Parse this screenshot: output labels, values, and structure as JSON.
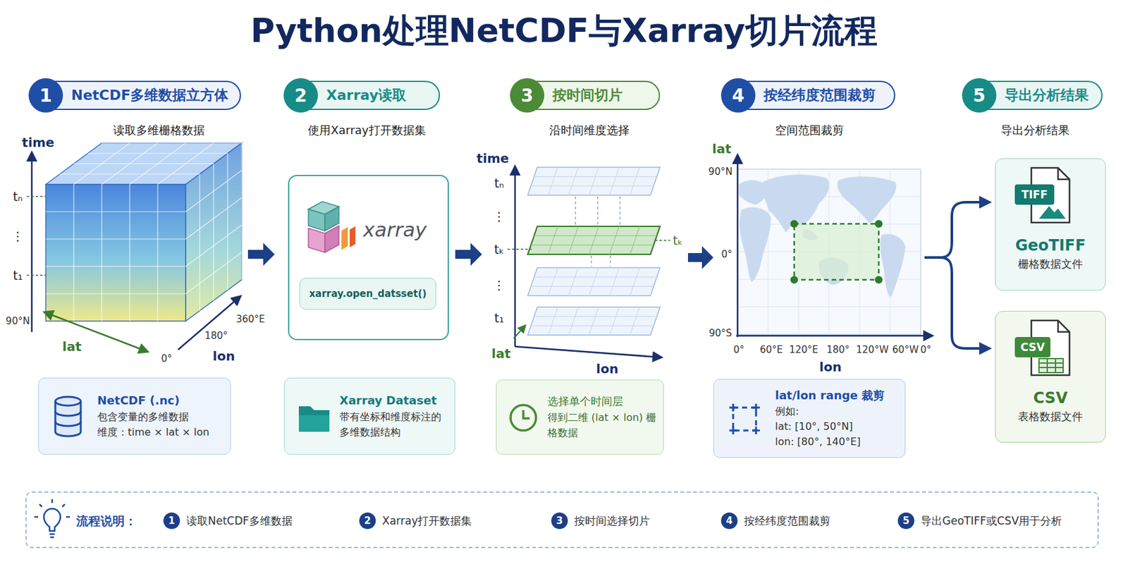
{
  "diagram": {
    "title": "Python处理NetCDF与Xarray切片流程",
    "nodes": [
      {
        "text": [
          "NetCDF多维数据立方体"
        ]
      },
      {
        "text": [
          "1"
        ],
        "in": 0
      },
      {
        "text": [
          "NetCDF (.nc)",
          "包含变量的多维数据",
          "维度：time × lat × lon"
        ]
      },
      {
        "text": [
          "Xarray读取"
        ]
      },
      {
        "text": [
          "2"
        ],
        "in": 3
      },
      {
        "text": [
          "xarray"
        ]
      },
      {
        "text": [
          "xarray.open_datsset()"
        ],
        "in": 5
      },
      {
        "text": [
          "Xarray Dataset",
          "带有坐标和维度标注的 多维数据结构"
        ]
      },
      {
        "text": [
          "按时间切片"
        ]
      },
      {
        "text": [
          "3"
        ],
        "in": 8
      },
      {
        "text": [
          "选择单个时间层",
          "得到二维 (lat × lon) 栅格数据"
        ]
      },
      {
        "text": [
          "按经纬度范围裁剪"
        ]
      },
      {
        "text": [
          "4"
        ],
        "in": 11
      },
      {
        "text": [
          "lat/lon range 裁剪",
          "例如:",
          "lat: [10°, 50°N]",
          "lon: [80°, 140°E]"
        ]
      },
      {
        "text": [
          "导出分析结果"
        ]
      },
      {
        "text": [
          "5"
        ],
        "in": 14
      },
      {
        "text": [
          "GeoTIFF",
          "栅格数据文件"
        ]
      },
      {
        "text": [
          "TIFF"
        ],
        "in": 16
      },
      {
        "text": [
          "CSV",
          "表格数据文件"
        ]
      },
      {
        "text": [
          "CSV"
        ],
        "in": 18
      },
      {
        "text": [
          "流程说明："
        ]
      },
      {
        "text": [
          "1",
          "读取NetCDF多维数据"
        ],
        "in": 20
      },
      {
        "text": [
          "2",
          "Xarray打开数据集"
        ],
        "in": 20
      },
      {
        "text": [
          "3",
          "按时间选择切片"
        ],
        "in": 20
      },
      {
        "text": [
          "4",
          "按经纬度范围裁剪"
        ],
        "in": 20
      },
      {
        "text": [
          "5",
          "导出GeoTIFF或CSV用于分析"
        ],
        "in": 20
      }
    ],
    "labels": [
      "读取多维栅格数据",
      "使用Xarray打开数据集",
      "沿时间维度选择",
      "空间范围裁剪",
      "导出分析结果",
      "time",
      "tₙ",
      "⋮",
      "t₁",
      "90°N",
      "lat",
      "0°",
      "180°",
      "360°E",
      "lon",
      "time",
      "tₙ",
      "⋮",
      "tₖ",
      "⋮",
      "t₁",
      "lat",
      "lon",
      "tₖ",
      "lat",
      "90°N",
      "0°",
      "90°S",
      "0°",
      "60°E",
      "120°E",
      "180°",
      "120°W",
      "60°W",
      "0°",
      "lon"
    ]
  }
}
